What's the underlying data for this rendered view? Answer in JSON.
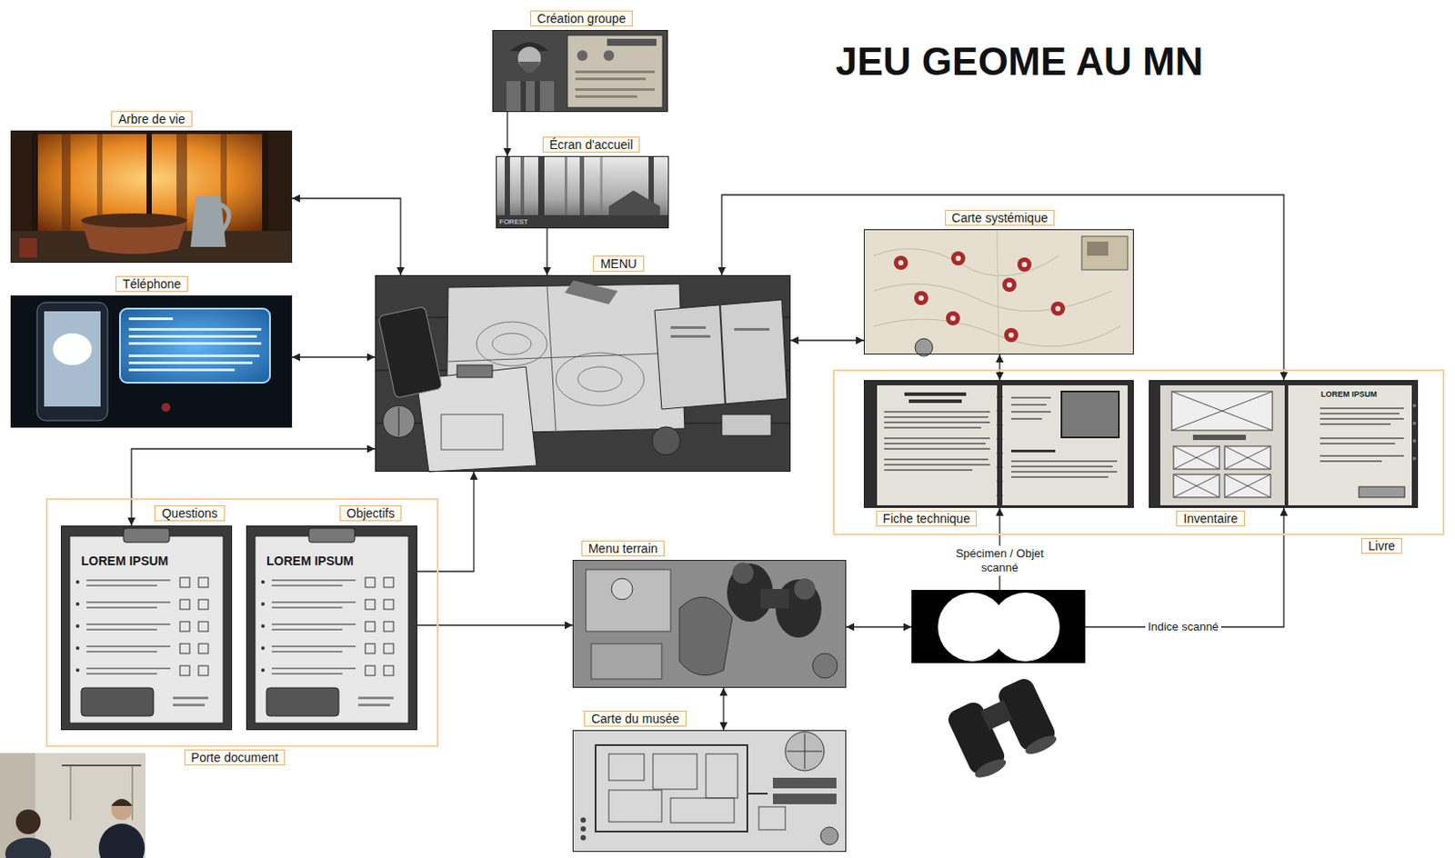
{
  "diagram": {
    "title": "JEU GEOME AU MN",
    "nodes": [
      {
        "text": [
          "Création groupe"
        ]
      },
      {
        "text": [
          "Écran d'accueil"
        ]
      },
      {
        "text": [
          "Arbre de vie"
        ]
      },
      {
        "text": [
          "MENU"
        ]
      },
      {
        "text": [
          "Carte systémique"
        ]
      },
      {
        "text": [
          "Téléphone"
        ]
      },
      {
        "text": [
          "Livre"
        ]
      },
      {
        "text": [
          "Fiche technique"
        ],
        "in": 6
      },
      {
        "text": [
          "Inventaire"
        ],
        "in": 6
      },
      {
        "text": [
          "Porte document"
        ]
      },
      {
        "text": [
          "Questions"
        ],
        "in": 9
      },
      {
        "text": [
          "Objectifs"
        ],
        "in": 9
      },
      {
        "text": [
          "Menu terrain"
        ]
      },
      {
        "text": [
          "Carte du musée"
        ]
      }
    ],
    "edges": [
      {
        "from": 0,
        "to": 1,
        "arrow": "to"
      },
      {
        "from": 1,
        "to": 3,
        "arrow": "to"
      },
      {
        "from": 2,
        "to": 3,
        "arrow": "both"
      },
      {
        "from": 5,
        "to": 3,
        "arrow": "both"
      },
      {
        "from": 10,
        "to": 3,
        "arrow": "both"
      },
      {
        "from": 11,
        "to": 3,
        "arrow": "to"
      },
      {
        "from": 3,
        "to": 4,
        "arrow": "both"
      },
      {
        "from": 3,
        "to": 8,
        "arrow": "both"
      },
      {
        "from": 4,
        "to": 7,
        "arrow": "both"
      },
      {
        "from": 11,
        "to": 12,
        "arrow": "to"
      },
      {
        "from": 12,
        "to": 13,
        "arrow": "both"
      }
    ],
    "labels": [
      "FOREST",
      "LOREM IPSUM",
      "LOREM IPSUM",
      "LOREM IPSUM",
      "Spécimen / Objet scanné",
      "Indice scanné"
    ]
  }
}
